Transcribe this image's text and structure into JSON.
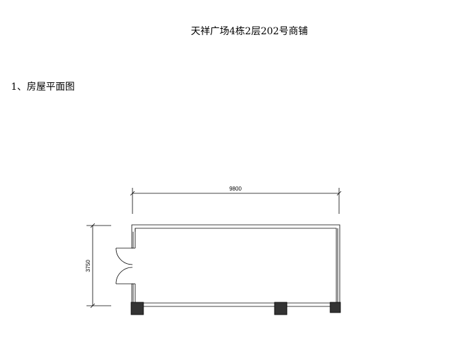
{
  "document": {
    "title": "天祥广场4栋2层202号商铺",
    "section_heading": "1、房屋平面图"
  },
  "floor_plan": {
    "dimensions": {
      "width": "9800",
      "depth": "3750"
    },
    "colors": {
      "line": "#000000",
      "column_fill": "#333333",
      "background": "#ffffff"
    }
  }
}
